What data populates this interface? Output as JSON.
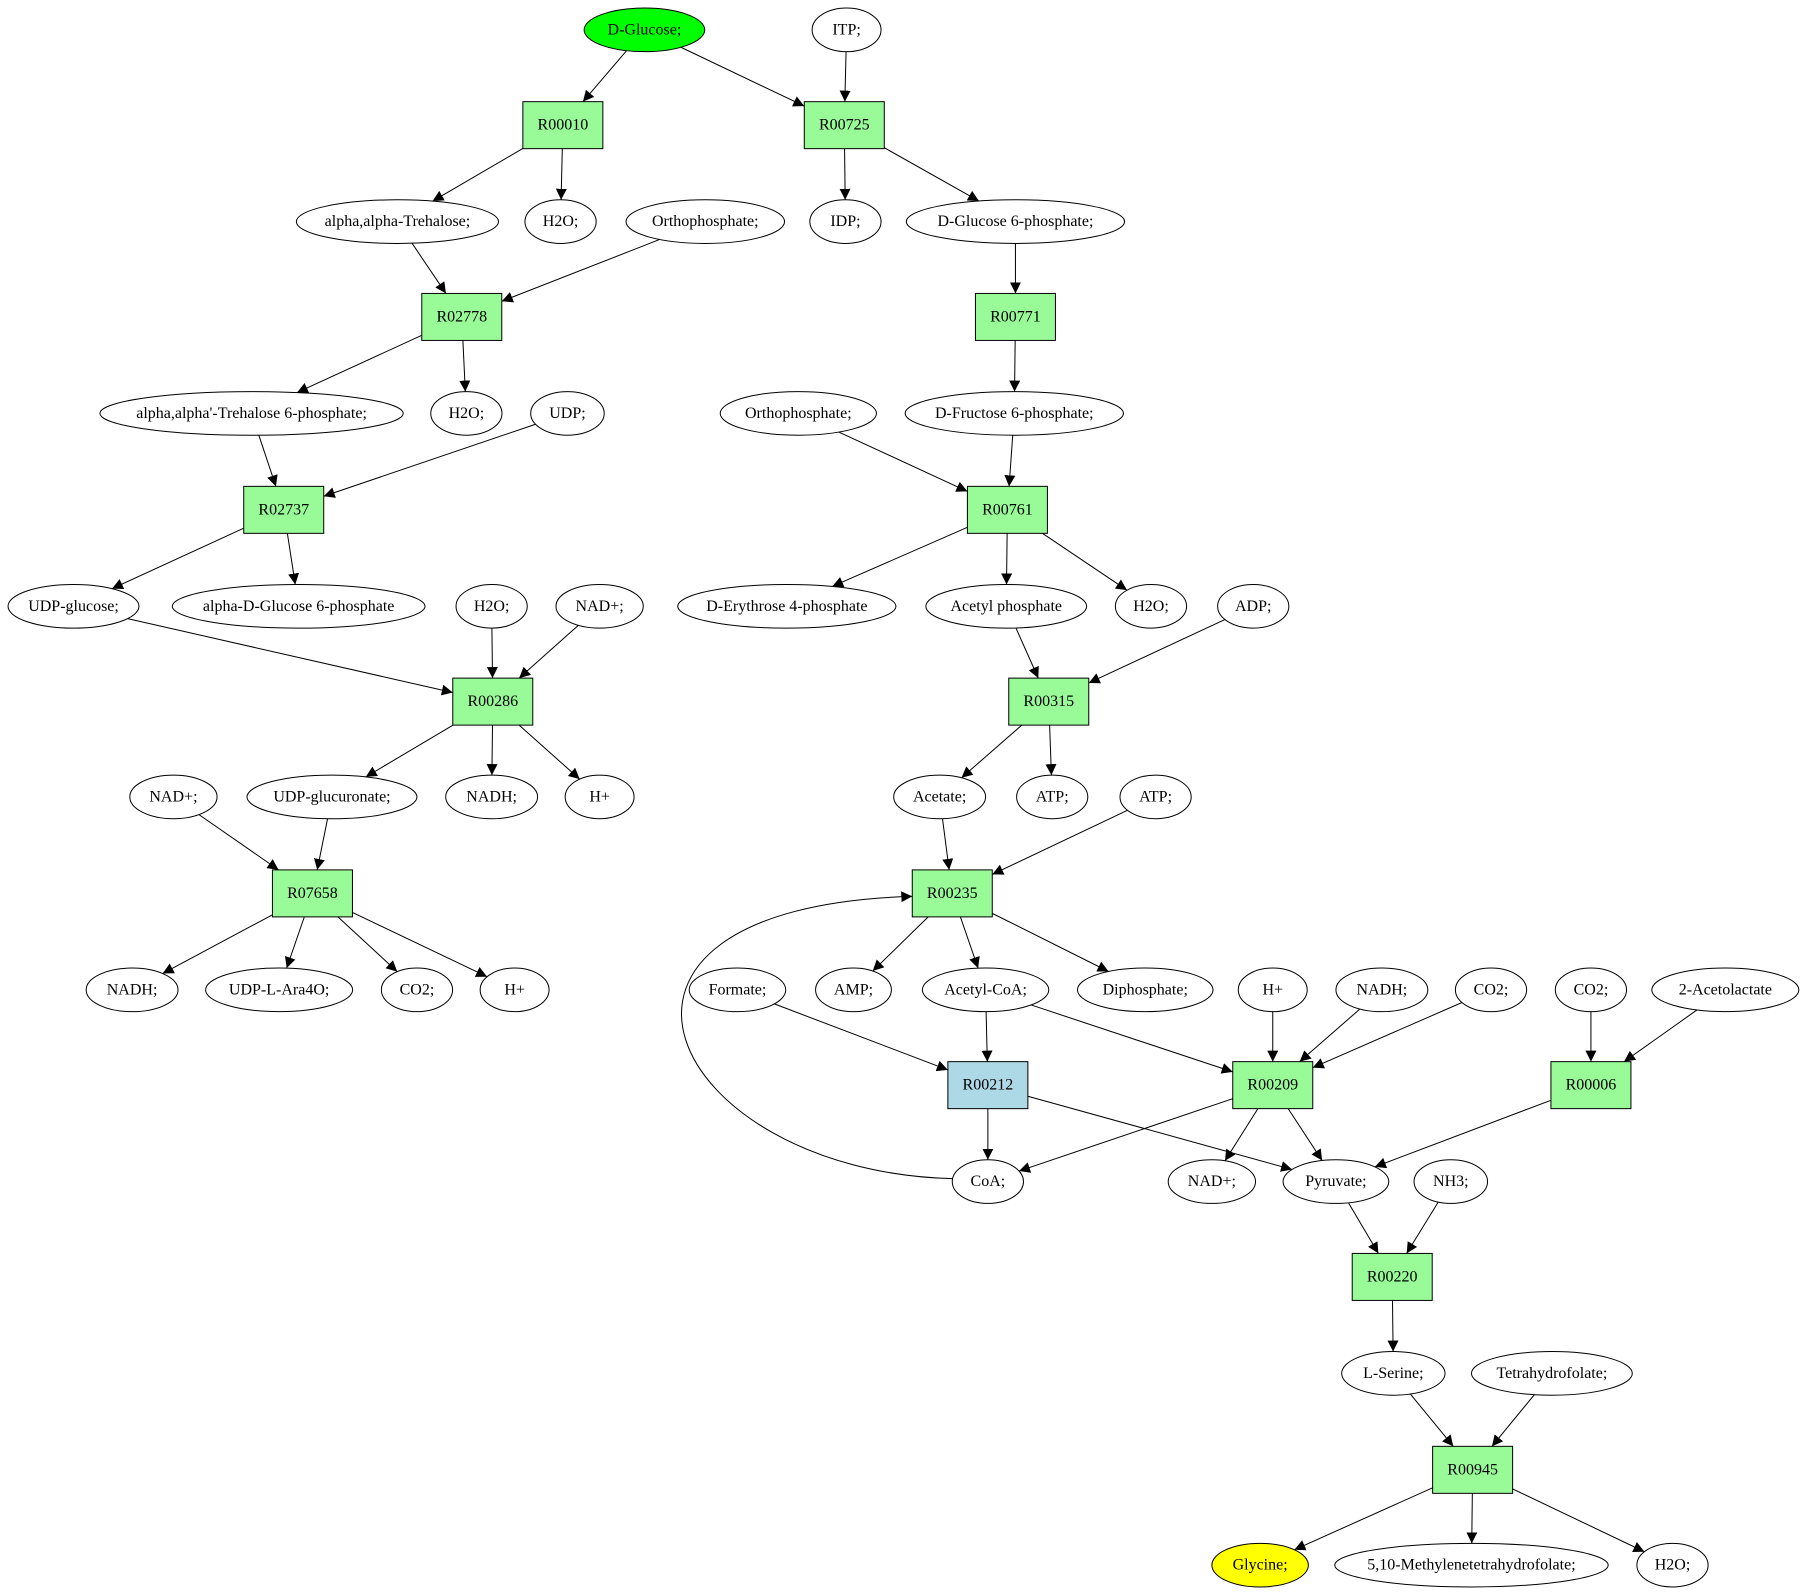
{
  "diagram": {
    "colors": {
      "reaction": "#98fb98",
      "highlight_reaction": "#add8e6",
      "start": "#00ff00",
      "end": "#ffff00",
      "compound": "#ffffff",
      "stroke": "#000000"
    },
    "nodes": [
      {
        "id": "n_glucose",
        "label": "D-Glucose;",
        "kind": "start"
      },
      {
        "id": "n_itp",
        "label": "ITP;",
        "kind": "compound"
      },
      {
        "id": "r_R00010",
        "label": "R00010",
        "kind": "reaction"
      },
      {
        "id": "r_R00725",
        "label": "R00725",
        "kind": "reaction"
      },
      {
        "id": "n_trehalose",
        "label": "alpha,alpha-Trehalose;",
        "kind": "compound"
      },
      {
        "id": "n_h2o_a",
        "label": "H2O;",
        "kind": "compound"
      },
      {
        "id": "n_ortho_a",
        "label": "Orthophosphate;",
        "kind": "compound"
      },
      {
        "id": "n_idp",
        "label": "IDP;",
        "kind": "compound"
      },
      {
        "id": "n_g6p",
        "label": "D-Glucose 6-phosphate;",
        "kind": "compound"
      },
      {
        "id": "r_R02778",
        "label": "R02778",
        "kind": "reaction"
      },
      {
        "id": "r_R00771",
        "label": "R00771",
        "kind": "reaction"
      },
      {
        "id": "n_t6p",
        "label": "alpha,alpha'-Trehalose 6-phosphate;",
        "kind": "compound"
      },
      {
        "id": "n_h2o_b",
        "label": "H2O;",
        "kind": "compound"
      },
      {
        "id": "n_udp",
        "label": "UDP;",
        "kind": "compound"
      },
      {
        "id": "n_ortho_b",
        "label": "Orthophosphate;",
        "kind": "compound"
      },
      {
        "id": "n_f6p",
        "label": "D-Fructose 6-phosphate;",
        "kind": "compound"
      },
      {
        "id": "r_R02737",
        "label": "R02737",
        "kind": "reaction"
      },
      {
        "id": "r_R00761",
        "label": "R00761",
        "kind": "reaction"
      },
      {
        "id": "n_udpglc",
        "label": "UDP-glucose;",
        "kind": "compound"
      },
      {
        "id": "n_ag6p",
        "label": "alpha-D-Glucose 6-phosphate",
        "kind": "compound"
      },
      {
        "id": "n_h2o_c",
        "label": "H2O;",
        "kind": "compound"
      },
      {
        "id": "n_nadp_a",
        "label": "NAD+;",
        "kind": "compound"
      },
      {
        "id": "n_e4p",
        "label": "D-Erythrose 4-phosphate",
        "kind": "compound"
      },
      {
        "id": "n_acp",
        "label": "Acetyl phosphate",
        "kind": "compound"
      },
      {
        "id": "n_h2o_d",
        "label": "H2O;",
        "kind": "compound"
      },
      {
        "id": "n_adp",
        "label": "ADP;",
        "kind": "compound"
      },
      {
        "id": "r_R00286",
        "label": "R00286",
        "kind": "reaction"
      },
      {
        "id": "r_R00315",
        "label": "R00315",
        "kind": "reaction"
      },
      {
        "id": "n_nadp_b",
        "label": "NAD+;",
        "kind": "compound"
      },
      {
        "id": "n_udpglcu",
        "label": "UDP-glucuronate;",
        "kind": "compound"
      },
      {
        "id": "n_nadh_a",
        "label": "NADH;",
        "kind": "compound"
      },
      {
        "id": "n_hp_a",
        "label": "H+",
        "kind": "compound"
      },
      {
        "id": "n_acetate",
        "label": "Acetate;",
        "kind": "compound"
      },
      {
        "id": "n_atp_a",
        "label": "ATP;",
        "kind": "compound"
      },
      {
        "id": "n_atp_b",
        "label": "ATP;",
        "kind": "compound"
      },
      {
        "id": "r_R07658",
        "label": "R07658",
        "kind": "reaction"
      },
      {
        "id": "r_R00235",
        "label": "R00235",
        "kind": "reaction"
      },
      {
        "id": "n_nadh_b",
        "label": "NADH;",
        "kind": "compound"
      },
      {
        "id": "n_udpara",
        "label": "UDP-L-Ara4O;",
        "kind": "compound"
      },
      {
        "id": "n_co2_a",
        "label": "CO2;",
        "kind": "compound"
      },
      {
        "id": "n_hp_b",
        "label": "H+",
        "kind": "compound"
      },
      {
        "id": "n_formate",
        "label": "Formate;",
        "kind": "compound"
      },
      {
        "id": "n_amp",
        "label": "AMP;",
        "kind": "compound"
      },
      {
        "id": "n_accoa",
        "label": "Acetyl-CoA;",
        "kind": "compound"
      },
      {
        "id": "n_pp",
        "label": "Diphosphate;",
        "kind": "compound"
      },
      {
        "id": "n_hp_c",
        "label": "H+",
        "kind": "compound"
      },
      {
        "id": "n_nadh_c",
        "label": "NADH;",
        "kind": "compound"
      },
      {
        "id": "n_co2_b",
        "label": "CO2;",
        "kind": "compound"
      },
      {
        "id": "n_co2_c",
        "label": "CO2;",
        "kind": "compound"
      },
      {
        "id": "n_acetolactate",
        "label": "2-Acetolactate",
        "kind": "compound"
      },
      {
        "id": "r_R00212",
        "label": "R00212",
        "kind": "highlight_reaction"
      },
      {
        "id": "r_R00209",
        "label": "R00209",
        "kind": "reaction"
      },
      {
        "id": "r_R00006",
        "label": "R00006",
        "kind": "reaction"
      },
      {
        "id": "n_coa",
        "label": "CoA;",
        "kind": "compound"
      },
      {
        "id": "n_nadp_c",
        "label": "NAD+;",
        "kind": "compound"
      },
      {
        "id": "n_pyruvate",
        "label": "Pyruvate;",
        "kind": "compound"
      },
      {
        "id": "n_nh3",
        "label": "NH3;",
        "kind": "compound"
      },
      {
        "id": "r_R00220",
        "label": "R00220",
        "kind": "reaction"
      },
      {
        "id": "n_serine",
        "label": "L-Serine;",
        "kind": "compound"
      },
      {
        "id": "n_thf",
        "label": "Tetrahydrofolate;",
        "kind": "compound"
      },
      {
        "id": "r_R00945",
        "label": "R00945",
        "kind": "reaction"
      },
      {
        "id": "n_glycine",
        "label": "Glycine;",
        "kind": "end"
      },
      {
        "id": "n_methf",
        "label": "5,10-Methylenetetrahydrofolate;",
        "kind": "compound"
      },
      {
        "id": "n_h2o_e",
        "label": "H2O;",
        "kind": "compound"
      }
    ],
    "edges": [
      [
        "n_glucose",
        "r_R00010"
      ],
      [
        "n_glucose",
        "r_R00725"
      ],
      [
        "n_itp",
        "r_R00725"
      ],
      [
        "r_R00010",
        "n_trehalose"
      ],
      [
        "r_R00010",
        "n_h2o_a"
      ],
      [
        "r_R00725",
        "n_idp"
      ],
      [
        "r_R00725",
        "n_g6p"
      ],
      [
        "n_trehalose",
        "r_R02778"
      ],
      [
        "n_ortho_a",
        "r_R02778"
      ],
      [
        "n_g6p",
        "r_R00771"
      ],
      [
        "r_R02778",
        "n_t6p"
      ],
      [
        "r_R02778",
        "n_h2o_b"
      ],
      [
        "r_R00771",
        "n_f6p"
      ],
      [
        "n_t6p",
        "r_R02737"
      ],
      [
        "n_udp",
        "r_R02737"
      ],
      [
        "n_ortho_b",
        "r_R00761"
      ],
      [
        "n_f6p",
        "r_R00761"
      ],
      [
        "r_R02737",
        "n_udpglc"
      ],
      [
        "r_R02737",
        "n_ag6p"
      ],
      [
        "r_R00761",
        "n_e4p"
      ],
      [
        "r_R00761",
        "n_acp"
      ],
      [
        "r_R00761",
        "n_h2o_d"
      ],
      [
        "n_udpglc",
        "r_R00286"
      ],
      [
        "n_h2o_c",
        "r_R00286"
      ],
      [
        "n_nadp_a",
        "r_R00286"
      ],
      [
        "n_acp",
        "r_R00315"
      ],
      [
        "n_adp",
        "r_R00315"
      ],
      [
        "r_R00286",
        "n_udpglcu"
      ],
      [
        "r_R00286",
        "n_nadh_a"
      ],
      [
        "r_R00286",
        "n_hp_a"
      ],
      [
        "r_R00315",
        "n_acetate"
      ],
      [
        "r_R00315",
        "n_atp_a"
      ],
      [
        "n_nadp_b",
        "r_R07658"
      ],
      [
        "n_udpglcu",
        "r_R07658"
      ],
      [
        "n_acetate",
        "r_R00235"
      ],
      [
        "n_atp_b",
        "r_R00235"
      ],
      [
        "r_R07658",
        "n_nadh_b"
      ],
      [
        "r_R07658",
        "n_udpara"
      ],
      [
        "r_R07658",
        "n_co2_a"
      ],
      [
        "r_R07658",
        "n_hp_b"
      ],
      [
        "r_R00235",
        "n_amp"
      ],
      [
        "r_R00235",
        "n_accoa"
      ],
      [
        "r_R00235",
        "n_pp"
      ],
      [
        "n_formate",
        "r_R00212"
      ],
      [
        "n_accoa",
        "r_R00212"
      ],
      [
        "n_accoa",
        "r_R00209"
      ],
      [
        "n_hp_c",
        "r_R00209"
      ],
      [
        "n_nadh_c",
        "r_R00209"
      ],
      [
        "n_co2_b",
        "r_R00209"
      ],
      [
        "n_co2_c",
        "r_R00006"
      ],
      [
        "n_acetolactate",
        "r_R00006"
      ],
      [
        "r_R00212",
        "n_coa"
      ],
      [
        "r_R00212",
        "n_pyruvate"
      ],
      [
        "r_R00209",
        "n_coa"
      ],
      [
        "r_R00209",
        "n_nadp_c"
      ],
      [
        "r_R00209",
        "n_pyruvate"
      ],
      [
        "r_R00006",
        "n_pyruvate"
      ],
      [
        "n_coa",
        "r_R00235"
      ],
      [
        "n_pyruvate",
        "r_R00220"
      ],
      [
        "n_nh3",
        "r_R00220"
      ],
      [
        "r_R00220",
        "n_serine"
      ],
      [
        "n_serine",
        "r_R00945"
      ],
      [
        "n_thf",
        "r_R00945"
      ],
      [
        "r_R00945",
        "n_glycine"
      ],
      [
        "r_R00945",
        "n_methf"
      ],
      [
        "r_R00945",
        "n_h2o_e"
      ]
    ]
  }
}
